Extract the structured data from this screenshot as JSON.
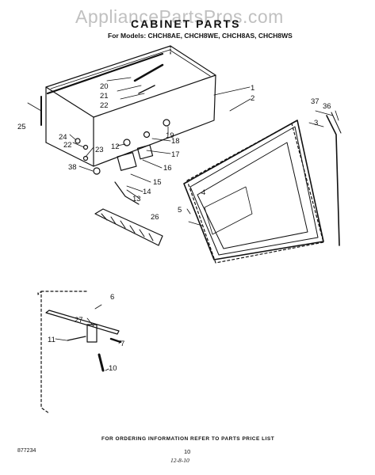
{
  "watermark": "AppliancePartsPros.com",
  "title": "CABINET PARTS",
  "models_line": "For Models: CHCH8AE, CHCH8WE, CHCH8AS, CHCH8WS",
  "callouts": {
    "c1": "1",
    "c2": "2",
    "c3": "3",
    "c4": "4",
    "c5": "5",
    "c6": "6",
    "c7": "7",
    "c10": "10",
    "c11": "11",
    "c12": "12",
    "c13": "13",
    "c14": "14",
    "c15": "15",
    "c16": "16",
    "c17": "17",
    "c18": "18",
    "c19": "19",
    "c20": "20",
    "c21": "21",
    "c22a": "22",
    "c22b": "22",
    "c23": "23",
    "c24": "24",
    "c25": "25",
    "c26": "26",
    "c27": "27",
    "c36": "36",
    "c37": "37",
    "c38": "38"
  },
  "footer_note": "FOR ORDERING INFORMATION REFER TO PARTS PRICE LIST",
  "doc_number": "877234",
  "page_number": "10",
  "date_code": "12-8-10"
}
